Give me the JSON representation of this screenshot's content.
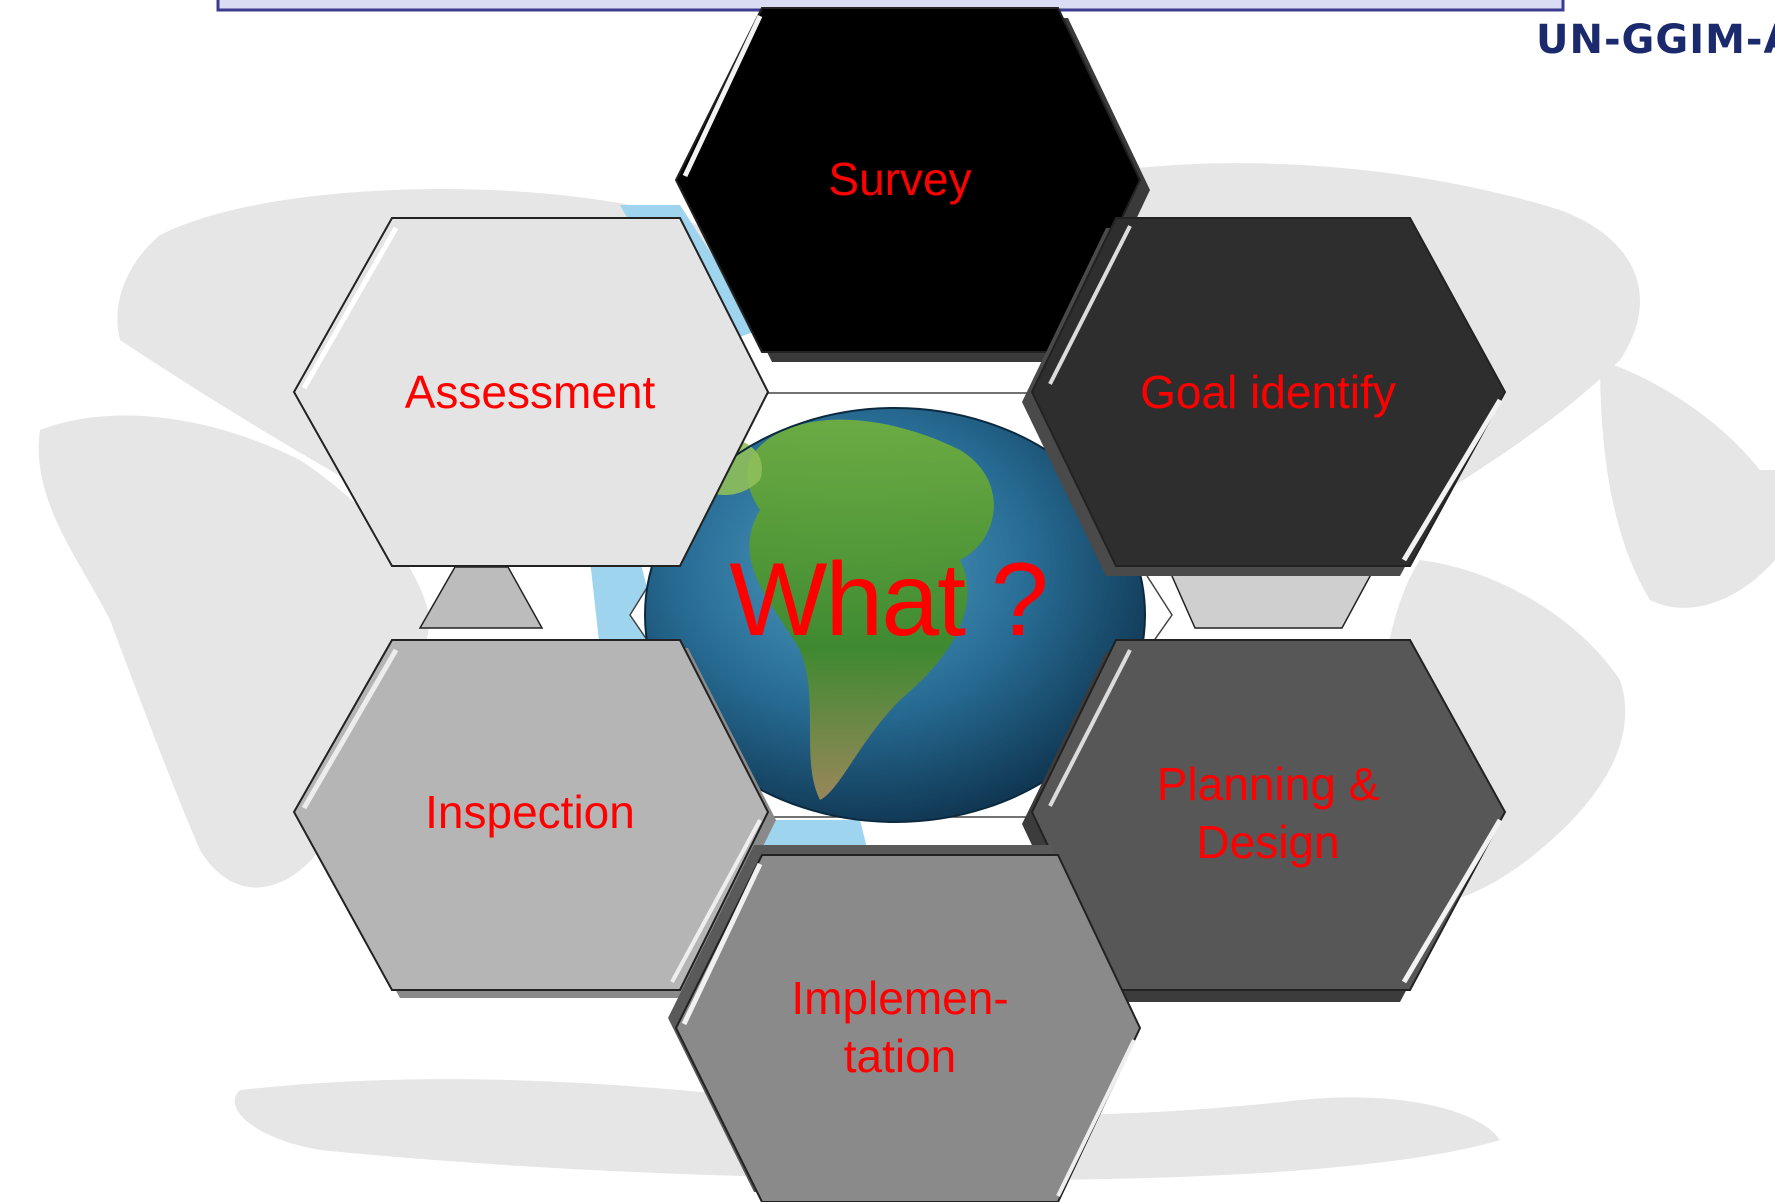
{
  "logo": {
    "text": "UN-GGIM-A"
  },
  "center": {
    "label": "What ?"
  },
  "hexagons": {
    "survey": {
      "label": "Survey",
      "fill": "#000000"
    },
    "goal": {
      "label": "Goal identify",
      "fill": "#2e2e2e"
    },
    "planning": {
      "line1": "Planning &",
      "line2": "Design",
      "fill": "#575757"
    },
    "implementation": {
      "line1": "Implemen-",
      "line2": "tation",
      "fill": "#8a8a8a"
    },
    "inspection": {
      "label": "Inspection",
      "fill": "#b5b5b5"
    },
    "assessment": {
      "label": "Assessment",
      "fill": "#e4e4e4"
    }
  },
  "colors": {
    "label_text": "#ff0000",
    "banner_fill": "#d9dcf2",
    "banner_border": "#3b3b8f",
    "globe_ocean": "#1f5e86",
    "map_gray": "#e6e6e6"
  }
}
